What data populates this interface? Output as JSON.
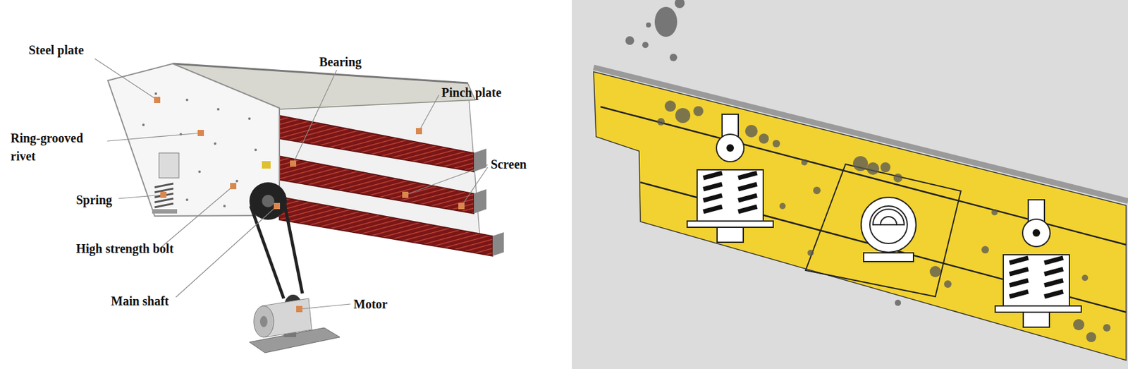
{
  "diagram": {
    "labels": [
      "Steel plate",
      "Bearing",
      "Pinch plate",
      "Ring-grooved rivet",
      "Screen",
      "Spring",
      "High strength bolt",
      "Main shaft",
      "Motor"
    ]
  }
}
